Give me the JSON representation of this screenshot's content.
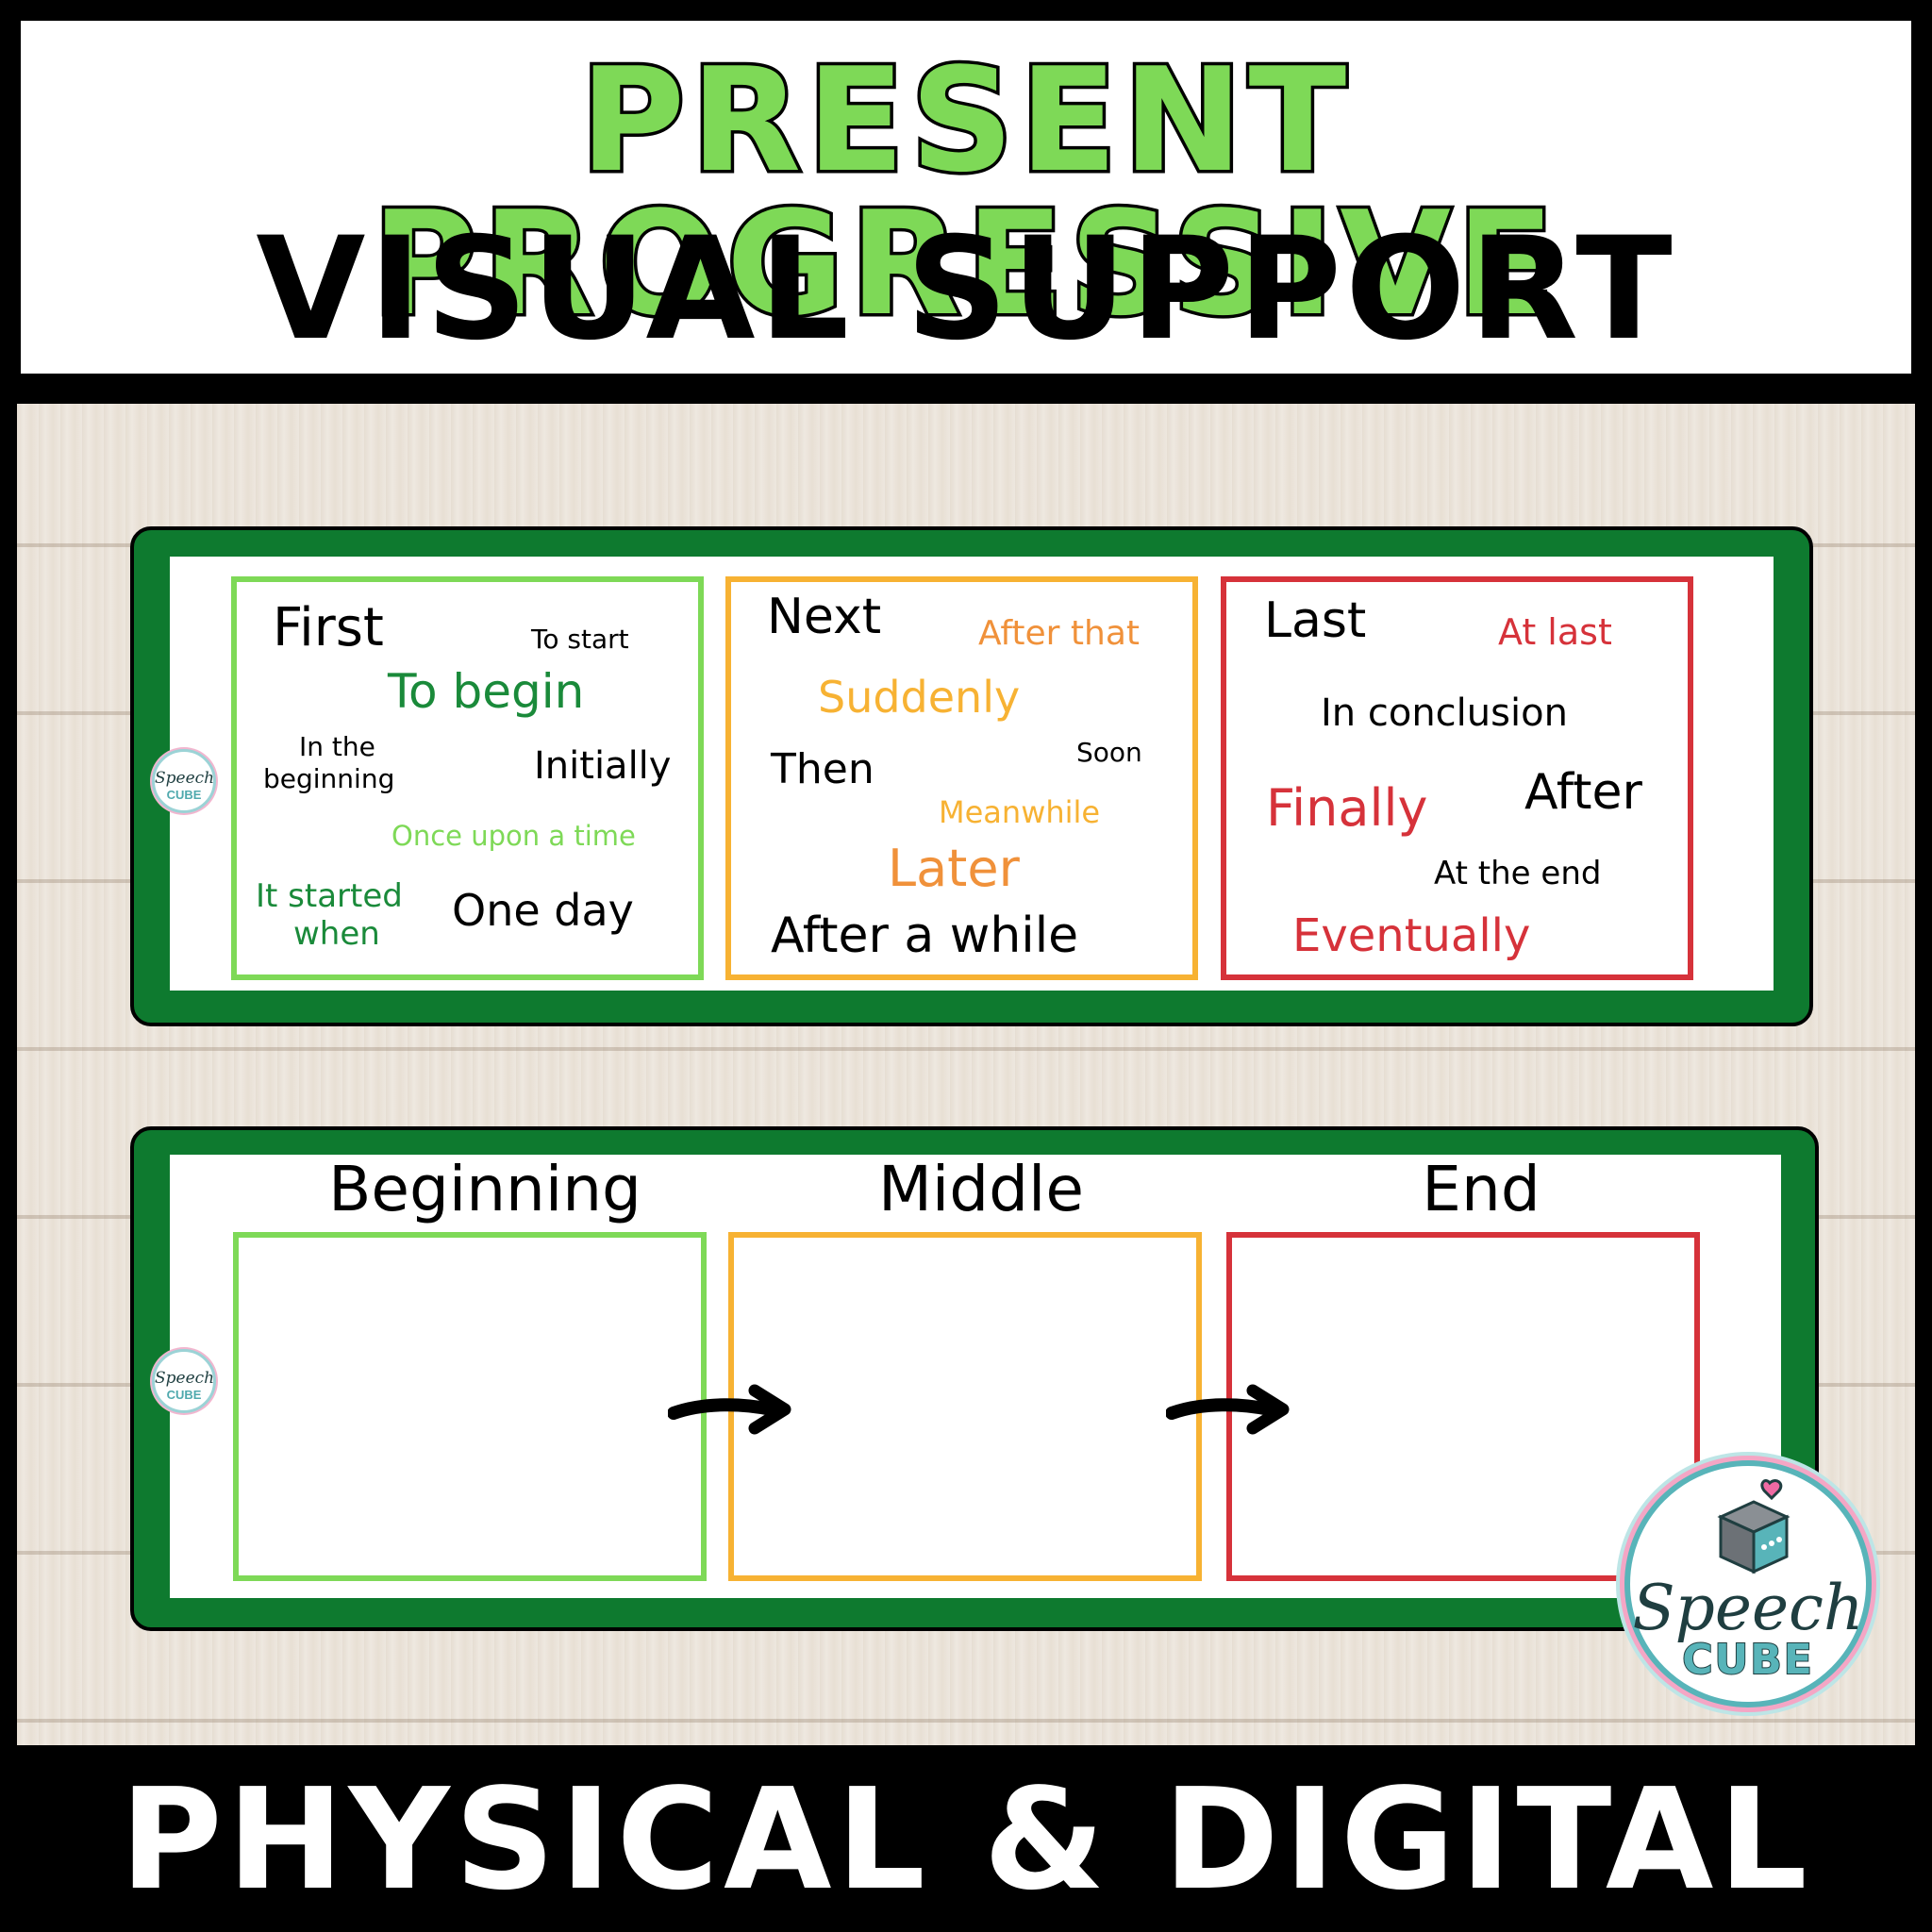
{
  "header": {
    "title": "PRESENT PROGRESSIVE",
    "subtitle": "VISUAL SUPPORT"
  },
  "footer": {
    "text": "PHYSICAL & DIGITAL"
  },
  "colors": {
    "green_light": "#7ed957",
    "green_dark": "#1a8a3a",
    "card_green": "#0e7a2f",
    "orange": "#f7b233",
    "orange_text": "#f0913a",
    "red": "#d6323a"
  },
  "transition_card": {
    "green_box": {
      "first": "First",
      "to_start": "To start",
      "to_begin": "To begin",
      "in_the_beginning_1": "In the",
      "in_the_beginning_2": "beginning",
      "initially": "Initially",
      "once_upon": "Once upon a time",
      "it_started_1": "It started",
      "it_started_2": "when",
      "one_day": "One day"
    },
    "orange_box": {
      "next": "Next",
      "after_that": "After that",
      "suddenly": "Suddenly",
      "soon": "Soon",
      "then": "Then",
      "meanwhile": "Meanwhile",
      "later": "Later",
      "after_a_while": "After a while"
    },
    "red_box": {
      "last": "Last",
      "at_last": "At last",
      "in_conclusion": "In conclusion",
      "finally": "Finally",
      "after": "After",
      "at_the_end": "At the end",
      "eventually": "Eventually"
    }
  },
  "story_card": {
    "beginning": "Beginning",
    "middle": "Middle",
    "end": "End"
  },
  "logo": {
    "mini_speech": "Speech",
    "mini_cube": "CUBE",
    "speech": "Speech",
    "cube": "CUBE"
  }
}
